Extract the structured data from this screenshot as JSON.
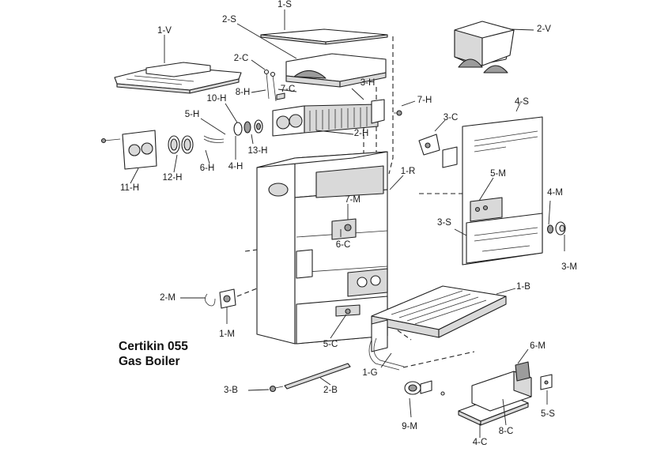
{
  "title": {
    "line1": "Certikin 055",
    "line2": "Gas Boiler"
  },
  "callouts": [
    {
      "id": "1-S",
      "text": "1-S"
    },
    {
      "id": "1-V",
      "text": "1-V"
    },
    {
      "id": "2-S",
      "text": "2-S"
    },
    {
      "id": "2-V",
      "text": "2-V"
    },
    {
      "id": "2-C",
      "text": "2-C"
    },
    {
      "id": "8-H",
      "text": "8-H"
    },
    {
      "id": "7-C",
      "text": "7-C"
    },
    {
      "id": "3-H",
      "text": "3-H"
    },
    {
      "id": "7-H",
      "text": "7-H"
    },
    {
      "id": "10-H",
      "text": "10-H"
    },
    {
      "id": "5-H",
      "text": "5-H"
    },
    {
      "id": "2-H",
      "text": "2-H"
    },
    {
      "id": "13-H",
      "text": "13-H"
    },
    {
      "id": "4-H",
      "text": "4-H"
    },
    {
      "id": "6-H",
      "text": "6-H"
    },
    {
      "id": "12-H",
      "text": "12-H"
    },
    {
      "id": "11-H",
      "text": "11-H"
    },
    {
      "id": "3-C",
      "text": "3-C"
    },
    {
      "id": "4-S",
      "text": "4-S"
    },
    {
      "id": "1-R",
      "text": "1-R"
    },
    {
      "id": "7-M",
      "text": "7-M"
    },
    {
      "id": "5-M",
      "text": "5-M"
    },
    {
      "id": "4-M",
      "text": "4-M"
    },
    {
      "id": "3-S",
      "text": "3-S"
    },
    {
      "id": "6-C",
      "text": "6-C"
    },
    {
      "id": "3-M",
      "text": "3-M"
    },
    {
      "id": "1-B",
      "text": "1-B"
    },
    {
      "id": "2-M",
      "text": "2-M"
    },
    {
      "id": "1-M",
      "text": "1-M"
    },
    {
      "id": "5-C",
      "text": "5-C"
    },
    {
      "id": "6-M",
      "text": "6-M"
    },
    {
      "id": "1-G",
      "text": "1-G"
    },
    {
      "id": "3-B",
      "text": "3-B"
    },
    {
      "id": "2-B",
      "text": "2-B"
    },
    {
      "id": "9-M",
      "text": "9-M"
    },
    {
      "id": "5-S",
      "text": "5-S"
    },
    {
      "id": "8-C",
      "text": "8-C"
    },
    {
      "id": "4-C",
      "text": "4-C"
    }
  ]
}
